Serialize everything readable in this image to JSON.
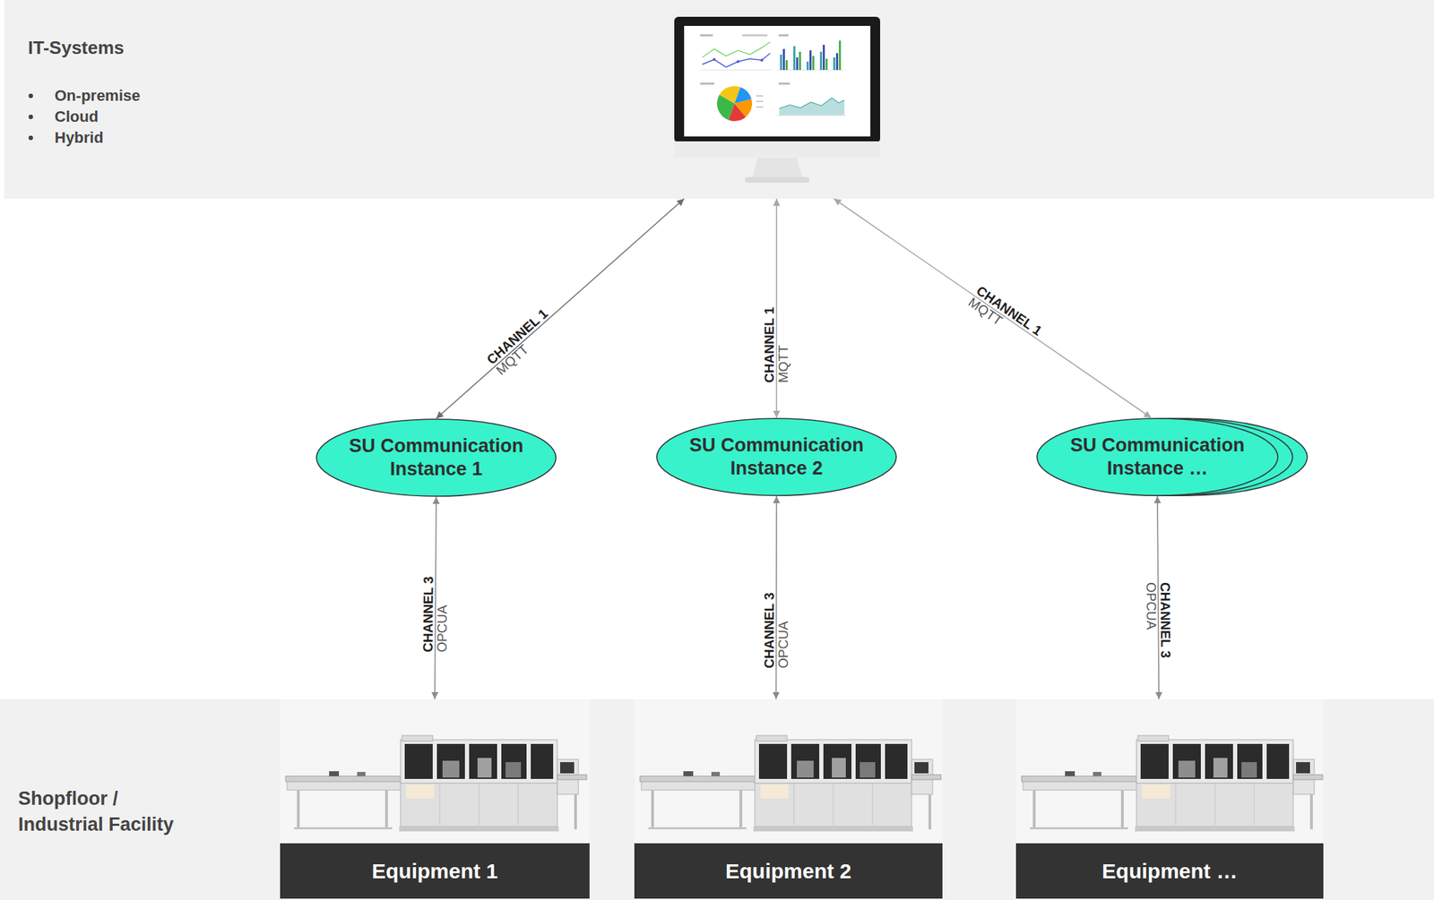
{
  "diagram": {
    "nodes": [
      {
        "text": [
          "IT-Systems",
          "On-premise",
          "Cloud",
          "Hybrid"
        ]
      },
      {
        "text": [
          "SU Communication Instance 1"
        ]
      },
      {
        "text": [
          "SU Communication Instance 2"
        ]
      },
      {
        "text": [
          "SU Communication Instance …"
        ]
      },
      {
        "text": [
          "Shopfloor / Industrial Facility"
        ]
      },
      {
        "text": [
          "Equipment 1"
        ],
        "in": 4
      },
      {
        "text": [
          "Equipment 2"
        ],
        "in": 4
      },
      {
        "text": [
          "Equipment …"
        ],
        "in": 4
      }
    ],
    "edges": [
      {
        "from": 1,
        "to": 0,
        "label": "CHANNEL 1 MQTT",
        "arrow": "both"
      },
      {
        "from": 2,
        "to": 0,
        "label": "CHANNEL 1 MQTT",
        "arrow": "both"
      },
      {
        "from": 3,
        "to": 0,
        "label": "CHANNEL 1 MQTT",
        "arrow": "both"
      },
      {
        "from": 1,
        "to": 5,
        "label": "CHANNEL 3 OPCUA",
        "arrow": "both"
      },
      {
        "from": 2,
        "to": 6,
        "label": "CHANNEL 3 OPCUA",
        "arrow": "both"
      },
      {
        "from": 3,
        "to": 7,
        "label": "CHANNEL 3 OPCUA",
        "arrow": "both"
      }
    ]
  }
}
